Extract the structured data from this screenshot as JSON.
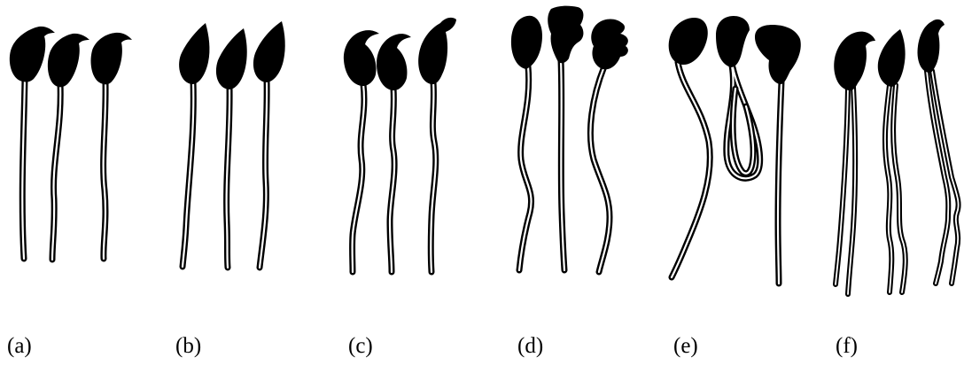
{
  "figure": {
    "ink_color": "#000000",
    "background_color": "#ffffff",
    "panels": [
      {
        "label": "(a)"
      },
      {
        "label": "(b)"
      },
      {
        "label": "(c)"
      },
      {
        "label": "(d)"
      },
      {
        "label": "(e)"
      },
      {
        "label": "(f)"
      }
    ]
  }
}
